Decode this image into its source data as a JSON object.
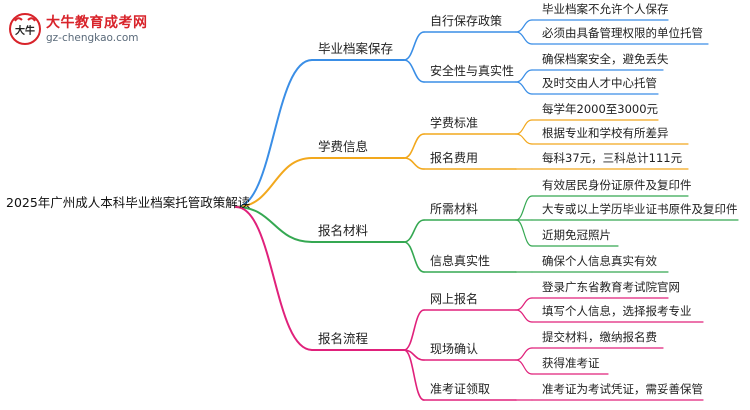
{
  "logo": {
    "title": "大牛教育成考网",
    "url": "gz-chengkao.com",
    "glyph": "大牛"
  },
  "colors": {
    "blue": "#3a8ee6",
    "orange": "#f2a81d",
    "green": "#35a852",
    "pink": "#e0217b"
  },
  "mindmap": {
    "root": "2025年广州成人本科毕业档案托管政策解读",
    "branches": [
      {
        "label": "毕业档案保存",
        "color": "blue",
        "children": [
          {
            "label": "自行保存政策",
            "children": [
              "毕业档案不允许个人保存",
              "必须由具备管理权限的单位托管"
            ]
          },
          {
            "label": "安全性与真实性",
            "children": [
              "确保档案安全，避免丢失",
              "及时交由人才中心托管"
            ]
          }
        ]
      },
      {
        "label": "学费信息",
        "color": "orange",
        "children": [
          {
            "label": "学费标准",
            "children": [
              "每学年2000至3000元",
              "根据专业和学校有所差异"
            ]
          },
          {
            "label": "报名费用",
            "children": [
              "每科37元，三科总计111元"
            ]
          }
        ]
      },
      {
        "label": "报名材料",
        "color": "green",
        "children": [
          {
            "label": "所需材料",
            "children": [
              "有效居民身份证原件及复印件",
              "大专或以上学历毕业证书原件及复印件",
              "近期免冠照片"
            ]
          },
          {
            "label": "信息真实性",
            "children": [
              "确保个人信息真实有效"
            ]
          }
        ]
      },
      {
        "label": "报名流程",
        "color": "pink",
        "children": [
          {
            "label": "网上报名",
            "children": [
              "登录广东省教育考试院官网",
              "填写个人信息，选择报考专业"
            ]
          },
          {
            "label": "现场确认",
            "children": [
              "提交材料，缴纳报名费",
              "获得准考证"
            ]
          },
          {
            "label": "准考证领取",
            "children": [
              "准考证为考试凭证，需妥善保管"
            ]
          }
        ]
      }
    ]
  }
}
